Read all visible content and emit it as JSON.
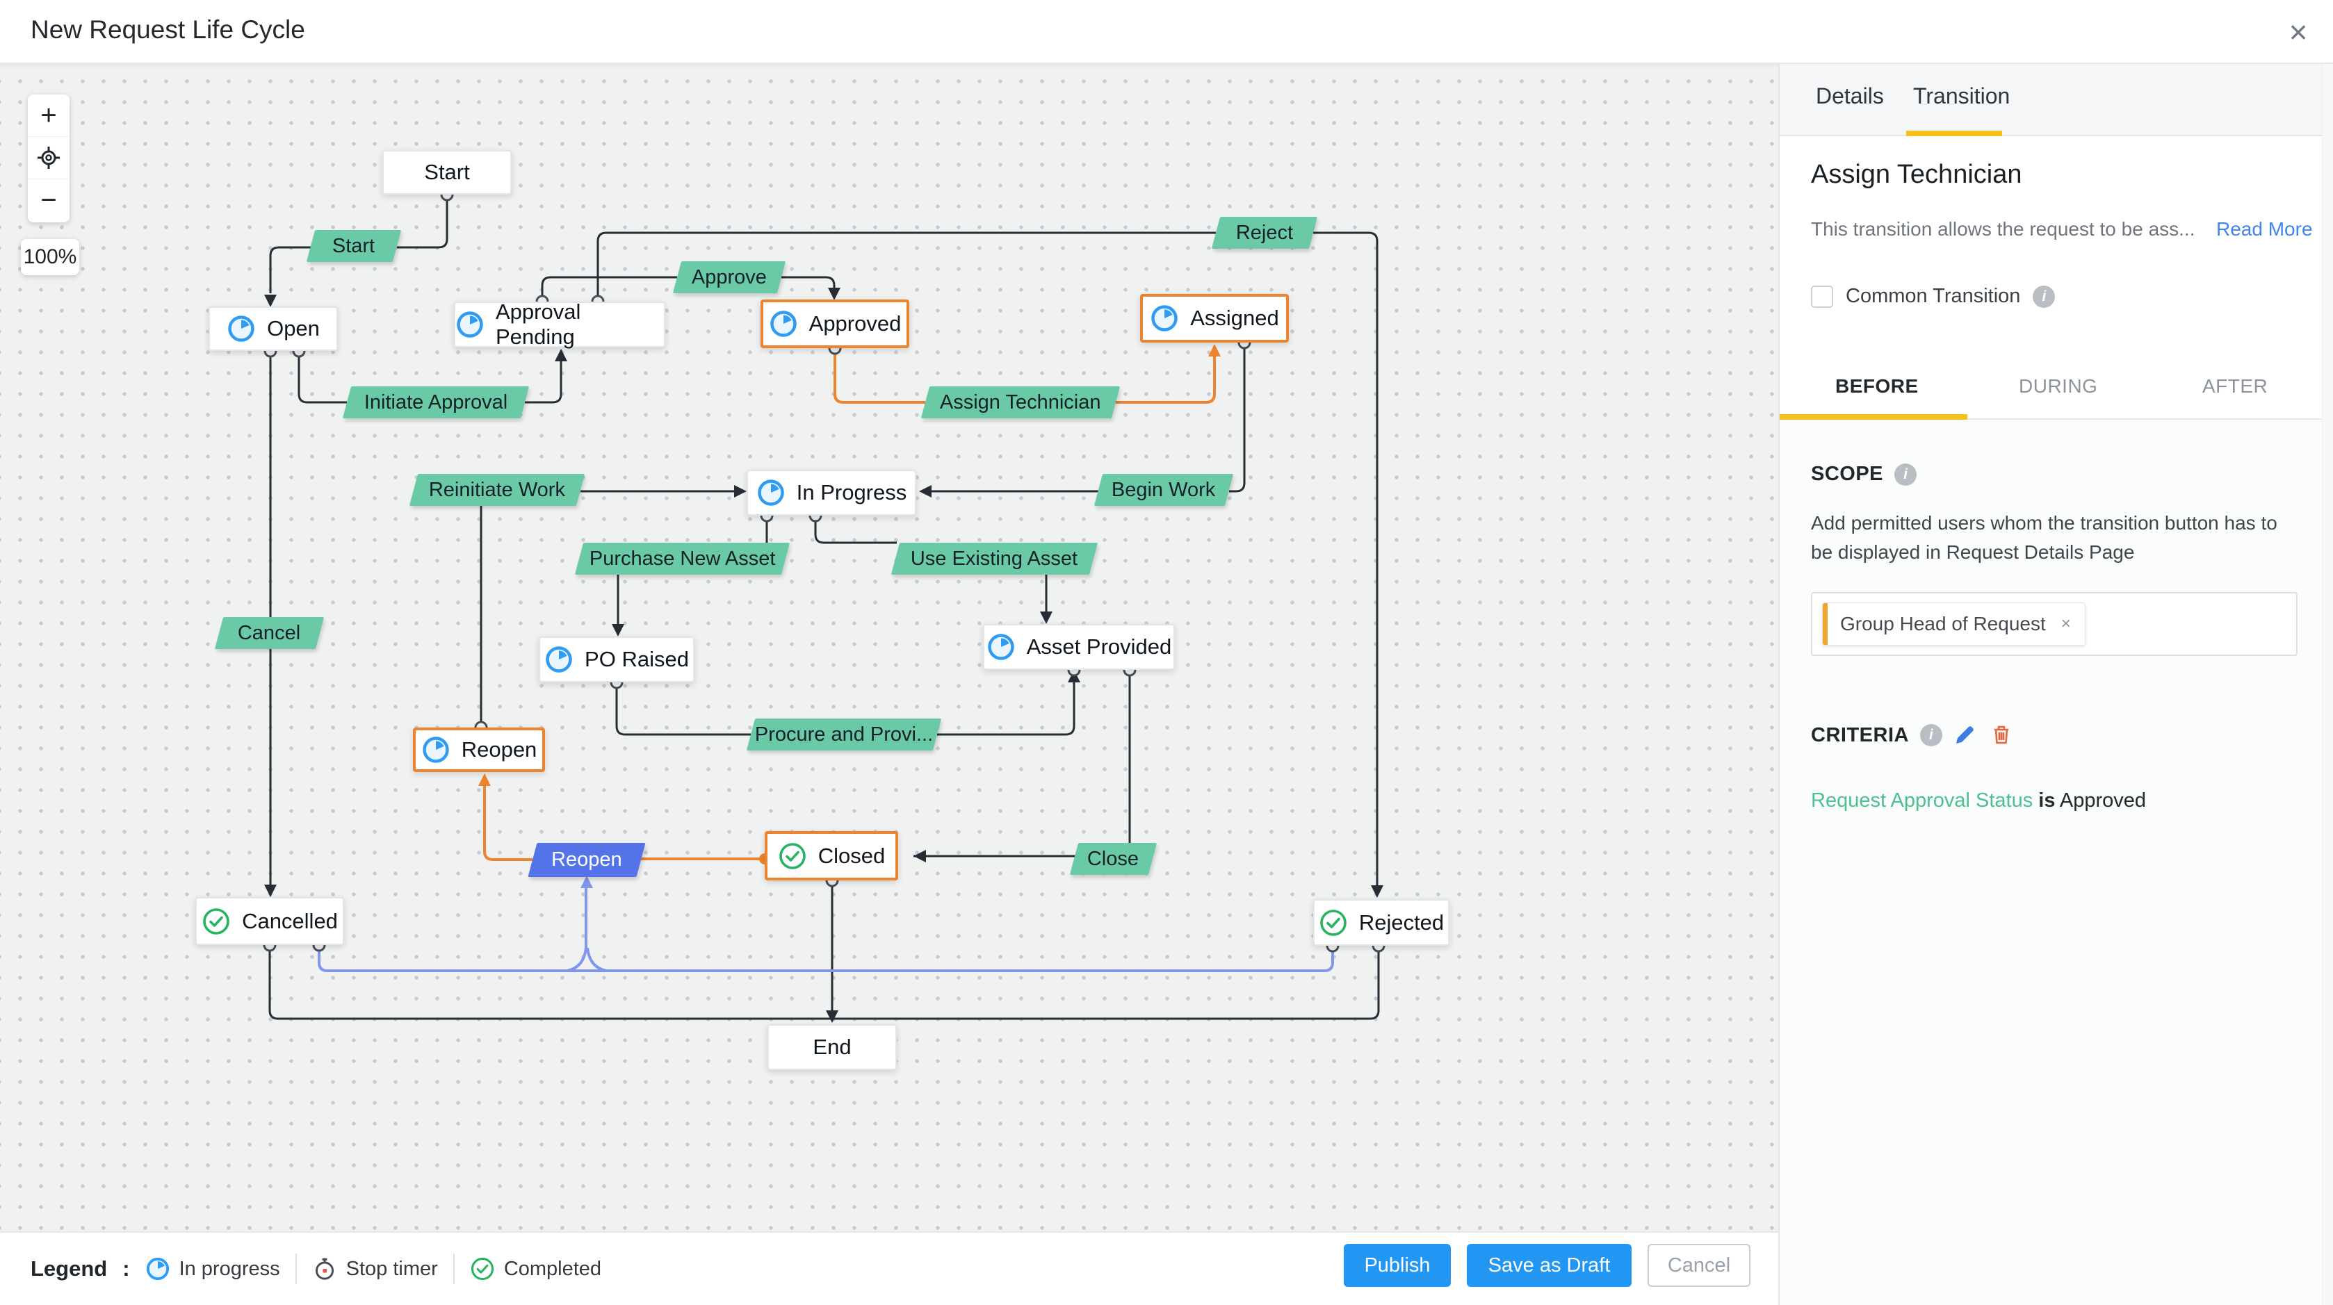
{
  "header": {
    "title": "New Request Life Cycle",
    "close_icon": "×"
  },
  "canvas": {
    "zoom_controls": {
      "zoom_in": "+",
      "zoom_out": "−",
      "zoom_level": "100%"
    },
    "states": {
      "start": {
        "label": "Start"
      },
      "open": {
        "label": "Open",
        "status": "in_progress"
      },
      "approval_pending": {
        "label": "Approval Pending",
        "status": "in_progress"
      },
      "approved": {
        "label": "Approved",
        "status": "in_progress",
        "highlighted": true
      },
      "assigned": {
        "label": "Assigned",
        "status": "in_progress",
        "highlighted": true
      },
      "in_progress": {
        "label": "In Progress",
        "status": "in_progress"
      },
      "po_raised": {
        "label": "PO Raised",
        "status": "in_progress"
      },
      "asset_provided": {
        "label": "Asset Provided",
        "status": "in_progress"
      },
      "reopen": {
        "label": "Reopen",
        "status": "in_progress",
        "highlighted": true
      },
      "closed": {
        "label": "Closed",
        "status": "completed",
        "highlighted": true
      },
      "cancelled": {
        "label": "Cancelled",
        "status": "completed"
      },
      "rejected": {
        "label": "Rejected",
        "status": "completed"
      },
      "end": {
        "label": "End"
      }
    },
    "transitions": {
      "start": {
        "label": "Start"
      },
      "approve": {
        "label": "Approve"
      },
      "reject": {
        "label": "Reject"
      },
      "initiate_approval": {
        "label": "Initiate Approval"
      },
      "assign_technician": {
        "label": "Assign Technician"
      },
      "reinitiate_work": {
        "label": "Reinitiate Work"
      },
      "begin_work": {
        "label": "Begin Work"
      },
      "purchase_new_asset": {
        "label": "Purchase New Asset"
      },
      "use_existing_asset": {
        "label": "Use Existing Asset"
      },
      "cancel": {
        "label": "Cancel"
      },
      "procure_and_provide": {
        "label": "Procure and Provi..."
      },
      "close": {
        "label": "Close"
      },
      "reopen": {
        "label": "Reopen",
        "selected": true
      }
    }
  },
  "legend": {
    "title": "Legend",
    "colon": ":",
    "items": [
      {
        "label": "In progress",
        "icon": "in-progress"
      },
      {
        "label": "Stop timer",
        "icon": "stop-timer"
      },
      {
        "label": "Completed",
        "icon": "completed"
      }
    ]
  },
  "footer": {
    "publish": "Publish",
    "save_as_draft": "Save as Draft",
    "cancel": "Cancel"
  },
  "panel": {
    "tabs": [
      {
        "label": "Details"
      },
      {
        "label": "Transition",
        "active": true
      }
    ],
    "transition_title": "Assign Technician",
    "description": "This transition allows the request to be ass...",
    "read_more": "Read More",
    "common_transition_label": "Common Transition",
    "phase_tabs": [
      {
        "label": "BEFORE",
        "active": true
      },
      {
        "label": "DURING"
      },
      {
        "label": "AFTER"
      }
    ],
    "scope": {
      "heading": "SCOPE",
      "description": "Add permitted users whom the transition button has to be displayed in Request Details Page",
      "tag": "Group Head of Request",
      "tag_remove": "×"
    },
    "criteria": {
      "heading": "CRITERIA",
      "field": "Request Approval Status",
      "operator": "is",
      "value": "Approved"
    }
  },
  "colors": {
    "accent_yellow": "#f5c21d",
    "highlight_orange": "#ec832e",
    "transition_green": "#6bcaa6",
    "selected_transition_blue": "#5473e8",
    "edge_blue": "#8096ec",
    "primary_button_blue": "#2196f3",
    "criteria_field_green": "#4dc08f",
    "in_progress_icon_blue": "#2f9bf2",
    "completed_icon_green": "#28b360"
  }
}
